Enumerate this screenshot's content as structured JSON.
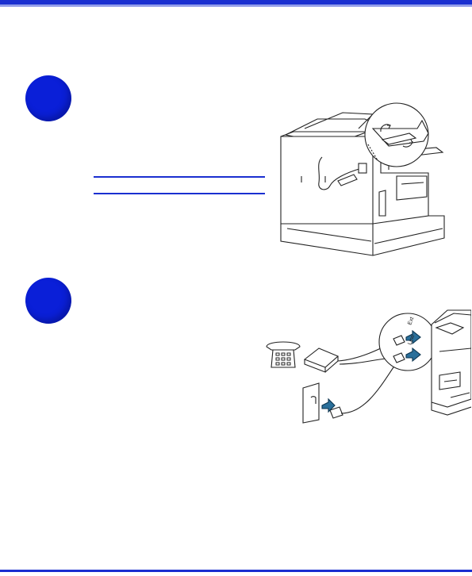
{
  "page": {
    "accent_color": "#1a2fd0",
    "steps": [
      {
        "id": "step-1"
      },
      {
        "id": "step-2"
      }
    ],
    "illustrations": {
      "printer_cable": {
        "icon": "printer-rear-cable-icon"
      },
      "phone_line": {
        "icon": "telephone-line-connection-icon",
        "port_labels": [
          "Ext",
          "Line"
        ]
      }
    }
  }
}
